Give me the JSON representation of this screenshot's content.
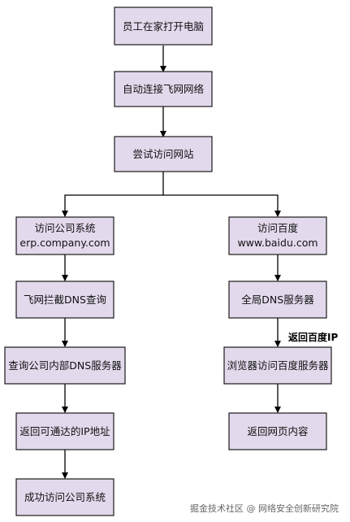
{
  "nodes": {
    "n1": "员工在家打开电脑",
    "n2": "自动连接飞网网络",
    "n3": "尝试访问网站",
    "n4": [
      "访问公司系统",
      "erp.company.com"
    ],
    "n5": [
      "访问百度",
      "www.baidu.com"
    ],
    "n6": "飞网拦截DNS查询",
    "n7": "全局DNS服务器",
    "n8": "查询公司内部DNS服务器",
    "n9": "浏览器访问百度服务器",
    "n10": "返回可通达的IP地址",
    "n11": "返回网页内容",
    "n12": "成功访问公司系统"
  },
  "edge_labels": {
    "e_n7_n9": "返回百度IP"
  },
  "watermark": "掘金技术社区 @ 网络安全创新研究院"
}
